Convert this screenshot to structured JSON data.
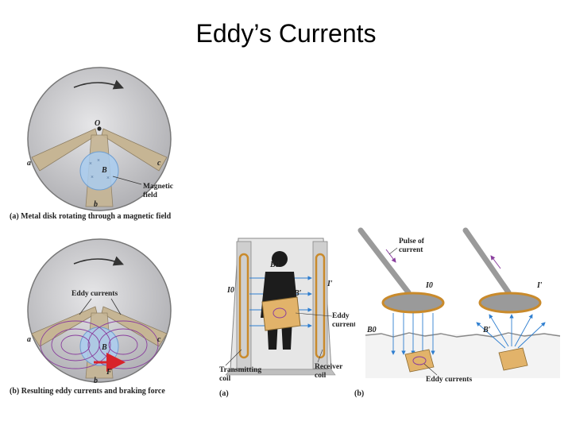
{
  "title": "Eddy’s Currents",
  "fig_top": {
    "caption": "(a) Metal disk rotating through a magnetic field",
    "label_O": "O",
    "label_a": "a",
    "label_b": "b",
    "label_c": "c",
    "label_B": "B",
    "callout": [
      "Magnetic",
      "field"
    ]
  },
  "fig_bottom": {
    "caption": "(b) Resulting eddy currents and braking force",
    "eddy_label": "Eddy currents",
    "label_a": "a",
    "label_b": "b",
    "label_c": "c",
    "label_B": "B",
    "label_F": "F"
  },
  "fig_detector": {
    "panel_label": "(a)",
    "B0": "B0",
    "Bprime": "B′",
    "I0": "I0",
    "Iprime": "I′",
    "eddy": [
      "Eddy",
      "currents"
    ],
    "transmitting": [
      "Transmitting",
      "coil"
    ],
    "receiver": [
      "Receiver",
      "coil"
    ]
  },
  "fig_coils": {
    "panel_label": "(b)",
    "pulse": [
      "Pulse of",
      "current"
    ],
    "I0": "I0",
    "Iprime": "I′",
    "B0": "B0",
    "Bprime": "B′",
    "eddy": "Eddy currents"
  },
  "colors": {
    "disk": "#cdcdcf",
    "field": "#a9cdf0",
    "eddy_loops": "#8a3f9e",
    "force_arrow": "#d8232a",
    "box": "#e2b36a"
  }
}
